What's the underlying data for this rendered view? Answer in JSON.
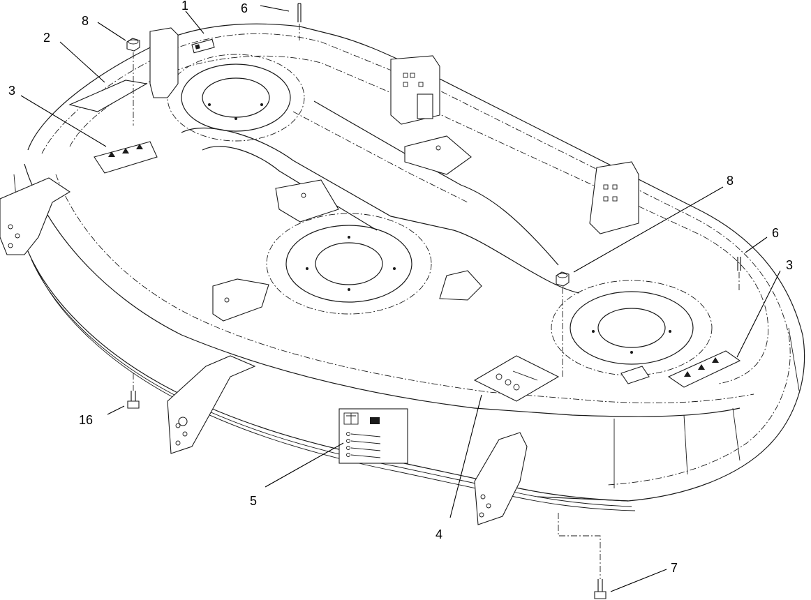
{
  "callouts": [
    {
      "id": "c1",
      "label": "1"
    },
    {
      "id": "c2",
      "label": "2"
    },
    {
      "id": "c3a",
      "label": "3"
    },
    {
      "id": "c3b",
      "label": "3"
    },
    {
      "id": "c4",
      "label": "4"
    },
    {
      "id": "c5",
      "label": "5"
    },
    {
      "id": "c6a",
      "label": "6"
    },
    {
      "id": "c6b",
      "label": "6"
    },
    {
      "id": "c7",
      "label": "7"
    },
    {
      "id": "c8a",
      "label": "8"
    },
    {
      "id": "c8b",
      "label": "8"
    },
    {
      "id": "c16",
      "label": "16"
    }
  ]
}
